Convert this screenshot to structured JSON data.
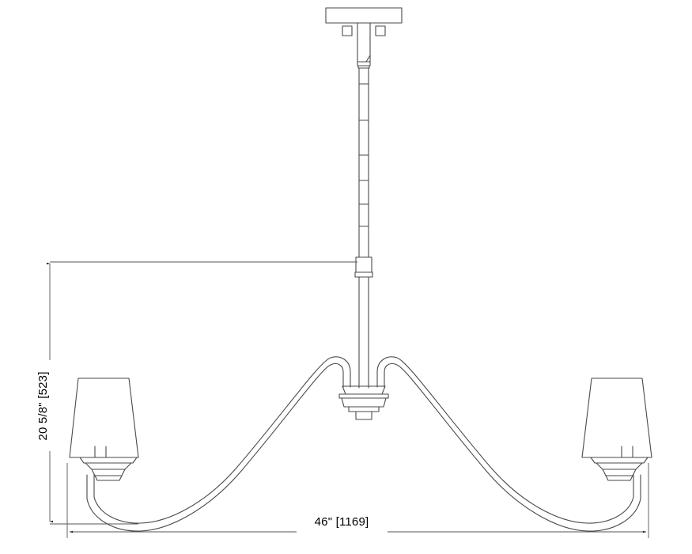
{
  "drawing": {
    "title": "Chandelier Elevation Dimension Drawing",
    "background_color": "#ffffff",
    "line_color": "#4a4a4a",
    "dimension_line_color": "#555555",
    "text_color": "#000000",
    "dimensions": {
      "height": {
        "label": "20 5/8\" [523]",
        "value_inches": "20 5/8",
        "value_mm": "523",
        "orientation": "vertical",
        "position": "left"
      },
      "width": {
        "label": "46\" [1169]",
        "value_inches": "46",
        "value_mm": "1169",
        "orientation": "horizontal",
        "position": "bottom"
      }
    },
    "fixture": {
      "type": "two-light linear chandelier",
      "parts": [
        "ceiling-canopy",
        "canopy-screws",
        "upper-stem",
        "stem-joint",
        "downrod",
        "downrod-segments",
        "lower-collar",
        "center-hub",
        "hub-finial",
        "left-arm",
        "right-arm",
        "left-socket",
        "right-socket",
        "left-bobeche",
        "right-bobeche",
        "left-shade",
        "right-shade"
      ]
    }
  }
}
